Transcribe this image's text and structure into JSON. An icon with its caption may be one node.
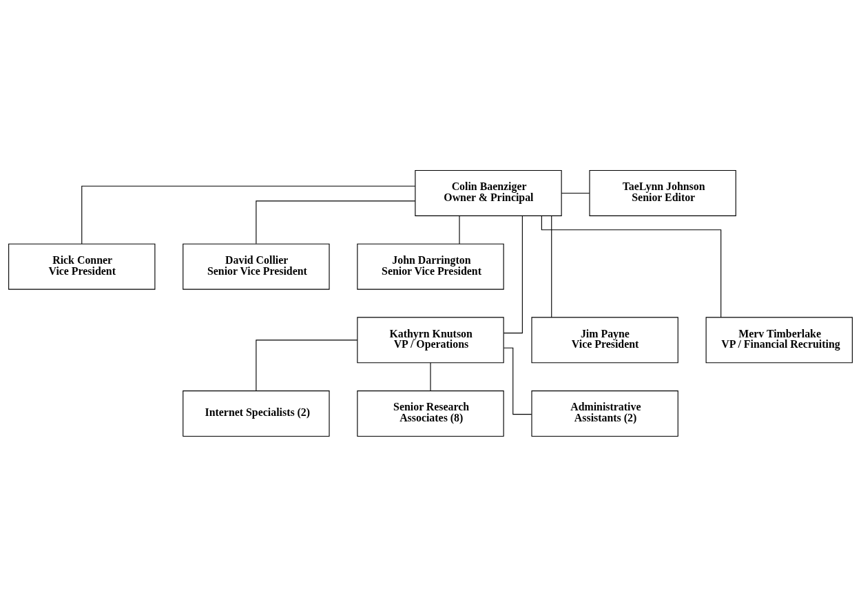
{
  "diagram": {
    "nodes": [
      {
        "text": [
          "Colin Baenziger",
          "Owner & Principal"
        ]
      },
      {
        "text": [
          "TaeLynn Johnson",
          "Senior Editor"
        ]
      },
      {
        "text": [
          "Rick Conner",
          "Vice President"
        ]
      },
      {
        "text": [
          "David Collier",
          "Senior Vice President"
        ]
      },
      {
        "text": [
          "John Darrington",
          "Senior Vice President"
        ]
      },
      {
        "text": [
          "Kathyrn Knutson",
          "VP / Operations"
        ]
      },
      {
        "text": [
          "Jim Payne",
          "Vice President"
        ]
      },
      {
        "text": [
          "Merv Timberlake",
          "VP / Financial Recruiting"
        ]
      },
      {
        "text": [
          "Internet Specialists (2)"
        ]
      },
      {
        "text": [
          "Senior Research Associates (8)"
        ]
      },
      {
        "text": [
          "Administrative Assistants (2)"
        ]
      }
    ],
    "edges": [
      {
        "from": 0,
        "to": 1,
        "arrow": "none"
      },
      {
        "from": 0,
        "to": 2,
        "arrow": "none"
      },
      {
        "from": 0,
        "to": 3,
        "arrow": "none"
      },
      {
        "from": 0,
        "to": 4,
        "arrow": "none"
      },
      {
        "from": 0,
        "to": 5,
        "arrow": "none"
      },
      {
        "from": 0,
        "to": 6,
        "arrow": "none"
      },
      {
        "from": 0,
        "to": 7,
        "arrow": "none"
      },
      {
        "from": 5,
        "to": 8,
        "arrow": "none"
      },
      {
        "from": 5,
        "to": 9,
        "arrow": "none"
      },
      {
        "from": 5,
        "to": 10,
        "arrow": "none"
      }
    ]
  }
}
